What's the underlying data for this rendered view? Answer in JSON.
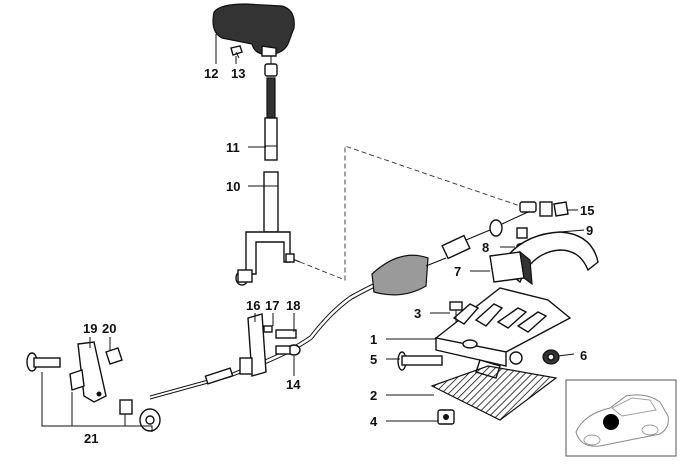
{
  "callouts": [
    {
      "id": "1",
      "label": "1"
    },
    {
      "id": "2",
      "label": "2"
    },
    {
      "id": "3",
      "label": "3"
    },
    {
      "id": "4",
      "label": "4"
    },
    {
      "id": "5",
      "label": "5"
    },
    {
      "id": "6",
      "label": "6"
    },
    {
      "id": "7",
      "label": "7"
    },
    {
      "id": "8",
      "label": "8"
    },
    {
      "id": "9",
      "label": "9"
    },
    {
      "id": "10",
      "label": "10"
    },
    {
      "id": "11",
      "label": "11"
    },
    {
      "id": "12",
      "label": "12"
    },
    {
      "id": "13",
      "label": "13"
    },
    {
      "id": "14",
      "label": "14"
    },
    {
      "id": "15",
      "label": "15"
    },
    {
      "id": "16",
      "label": "16"
    },
    {
      "id": "17",
      "label": "17"
    },
    {
      "id": "18",
      "label": "18"
    },
    {
      "id": "19",
      "label": "19"
    },
    {
      "id": "20",
      "label": "20"
    },
    {
      "id": "21",
      "label": "21"
    }
  ],
  "colors": {
    "line": "#111111",
    "shade": "#333333",
    "background": "#ffffff"
  }
}
